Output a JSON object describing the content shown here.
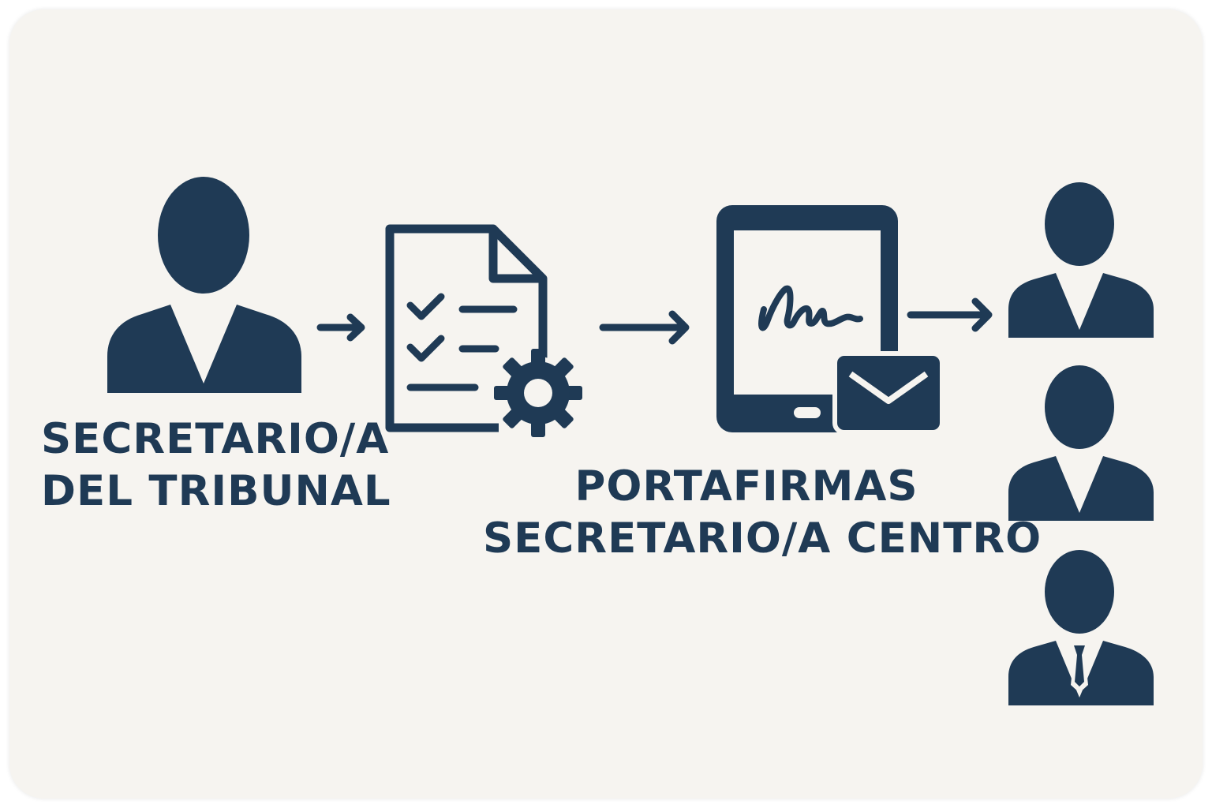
{
  "colors": {
    "background": "#f6f4f0",
    "ink": "#1f3a55"
  },
  "nodes": [
    {
      "id": "secretario-tribunal",
      "icon": "person-icon",
      "label_lines": [
        "SECRETARIO/A",
        "DEL TRIBUNAL"
      ]
    },
    {
      "id": "document",
      "icon": "checklist-document-gear-icon",
      "label_lines": []
    },
    {
      "id": "portafirmas",
      "icon": "tablet-signature-envelope-icon",
      "label_lines": [
        "PORTAFIRMAS",
        "SECRETARIO/A CENTRO"
      ]
    },
    {
      "id": "recipients",
      "icon": "people-group-icon",
      "count": 3,
      "label_lines": []
    }
  ],
  "edges": [
    {
      "from": "secretario-tribunal",
      "to": "document"
    },
    {
      "from": "document",
      "to": "portafirmas"
    },
    {
      "from": "portafirmas",
      "to": "recipients"
    }
  ]
}
